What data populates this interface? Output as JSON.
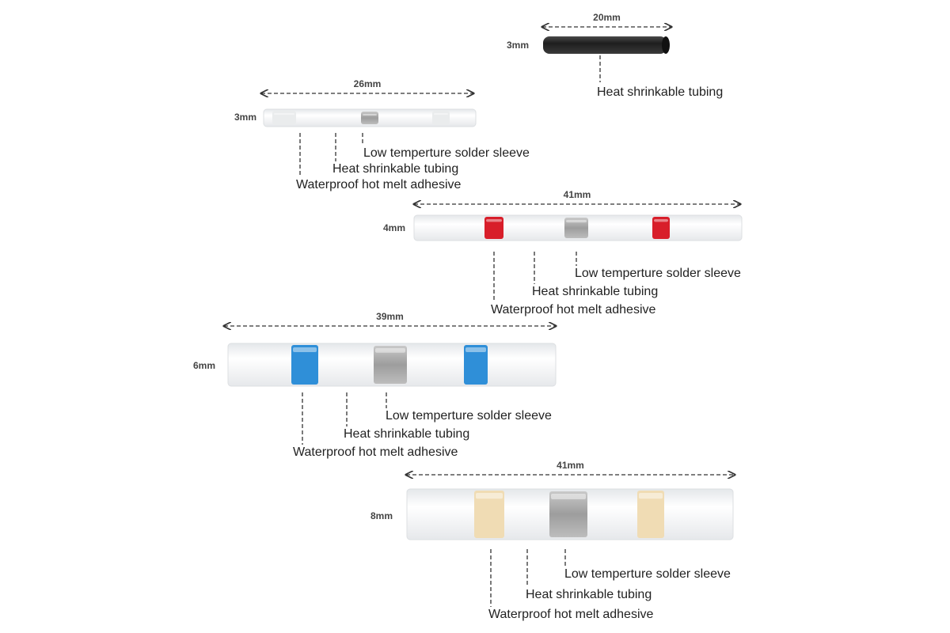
{
  "products": [
    {
      "id": "black-tube",
      "length": "20mm",
      "diameter": "3mm",
      "style": "black",
      "labels": [
        "Heat shrinkable tubing"
      ]
    },
    {
      "id": "3mm-clear",
      "length": "26mm",
      "diameter": "3mm",
      "band_color": "#f0f0f0",
      "labels": [
        "Low temperture solder sleeve",
        "Heat shrinkable tubing",
        "Waterproof hot melt adhesive"
      ]
    },
    {
      "id": "4mm-red",
      "length": "41mm",
      "diameter": "4mm",
      "band_color": "#d81e2a",
      "labels": [
        "Low temperture solder sleeve",
        "Heat shrinkable tubing",
        "Waterproof hot melt adhesive"
      ]
    },
    {
      "id": "6mm-blue",
      "length": "39mm",
      "diameter": "6mm",
      "band_color": "#2f8fd8",
      "labels": [
        "Low temperture solder sleeve",
        "Heat shrinkable tubing",
        "Waterproof hot melt adhesive"
      ]
    },
    {
      "id": "8mm-yellow",
      "length": "41mm",
      "diameter": "8mm",
      "band_color": "#f0dcb4",
      "labels": [
        "Low temperture solder sleeve",
        "Heat shrinkable tubing",
        "Waterproof hot melt adhesive"
      ]
    }
  ],
  "colors": {
    "tube": "#f3f4f5",
    "tube_edge": "#dcdfe2",
    "solder": "#a8a8a8",
    "black_tube": "#2a2a2a",
    "dash": "#333333"
  }
}
